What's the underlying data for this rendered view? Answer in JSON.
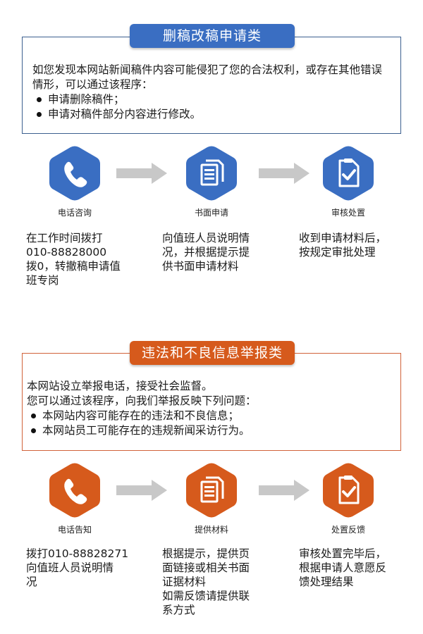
{
  "colors": {
    "blue": "#3a6ec2",
    "orange": "#d65a1c",
    "arrow": "#c8c8c8"
  },
  "section1": {
    "title": "删稿改稿申请类",
    "intro": "如您发现本网站新闻稿件内容可能侵犯了您的合法权利，或存在其他错误情形，可以通过该程序：",
    "bullets": [
      "申请删除稿件；",
      "申请对稿件部分内容进行修改。"
    ],
    "steps": [
      {
        "icon": "phone-icon",
        "label": "电话咨询",
        "desc": [
          "在工作时间拨打",
          "010-88828000",
          "拨0，转撤稿申请值",
          "班专岗"
        ]
      },
      {
        "icon": "document-icon",
        "label": "书面申请",
        "desc": [
          "向值班人员说明情",
          "况，并根据提示提",
          "供书面申请材料"
        ]
      },
      {
        "icon": "checklist-icon",
        "label": "审核处置",
        "desc": [
          "收到申请材料后，",
          "按规定审批处理"
        ]
      }
    ]
  },
  "section2": {
    "title": "违法和不良信息举报类",
    "intro": [
      "本网站设立举报电话，接受社会监督。",
      "您可以通过该程序，向我们举报反映下列问题："
    ],
    "bullets": [
      "本网站内容可能存在的违法和不良信息；",
      "本网站员工可能存在的违规新闻采访行为。"
    ],
    "steps": [
      {
        "icon": "phone-icon",
        "label": "电话告知",
        "desc": [
          "拨打010-88828271",
          "向值班人员说明情",
          "况"
        ]
      },
      {
        "icon": "document-icon",
        "label": "提供材料",
        "desc": [
          "根据提示，提供页",
          "面链接或相关书面",
          "证据材料",
          "如需反馈请提供联",
          "系方式"
        ]
      },
      {
        "icon": "checklist-icon",
        "label": "处置反馈",
        "desc": [
          "审核处置完毕后，",
          "根据申请人意愿反",
          "馈处理结果"
        ]
      }
    ]
  }
}
